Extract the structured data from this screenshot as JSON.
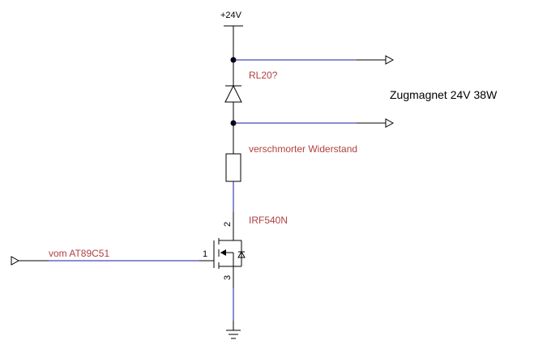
{
  "supply": {
    "label": "+24V"
  },
  "diode": {
    "label": "RL20?"
  },
  "resistor": {
    "label": "verschmorter Widerstand"
  },
  "mosfet": {
    "label": "IRF540N",
    "pin_gate": "1",
    "pin_drain": "2",
    "pin_source": "3"
  },
  "input": {
    "label": "vom AT89C51"
  },
  "load": {
    "label": "Zugmagnet 24V 38W"
  },
  "colors": {
    "wire_dark": "#000000",
    "wire_blue": "#1a1aa6",
    "label_red": "#b04040",
    "junction": "#000000"
  }
}
